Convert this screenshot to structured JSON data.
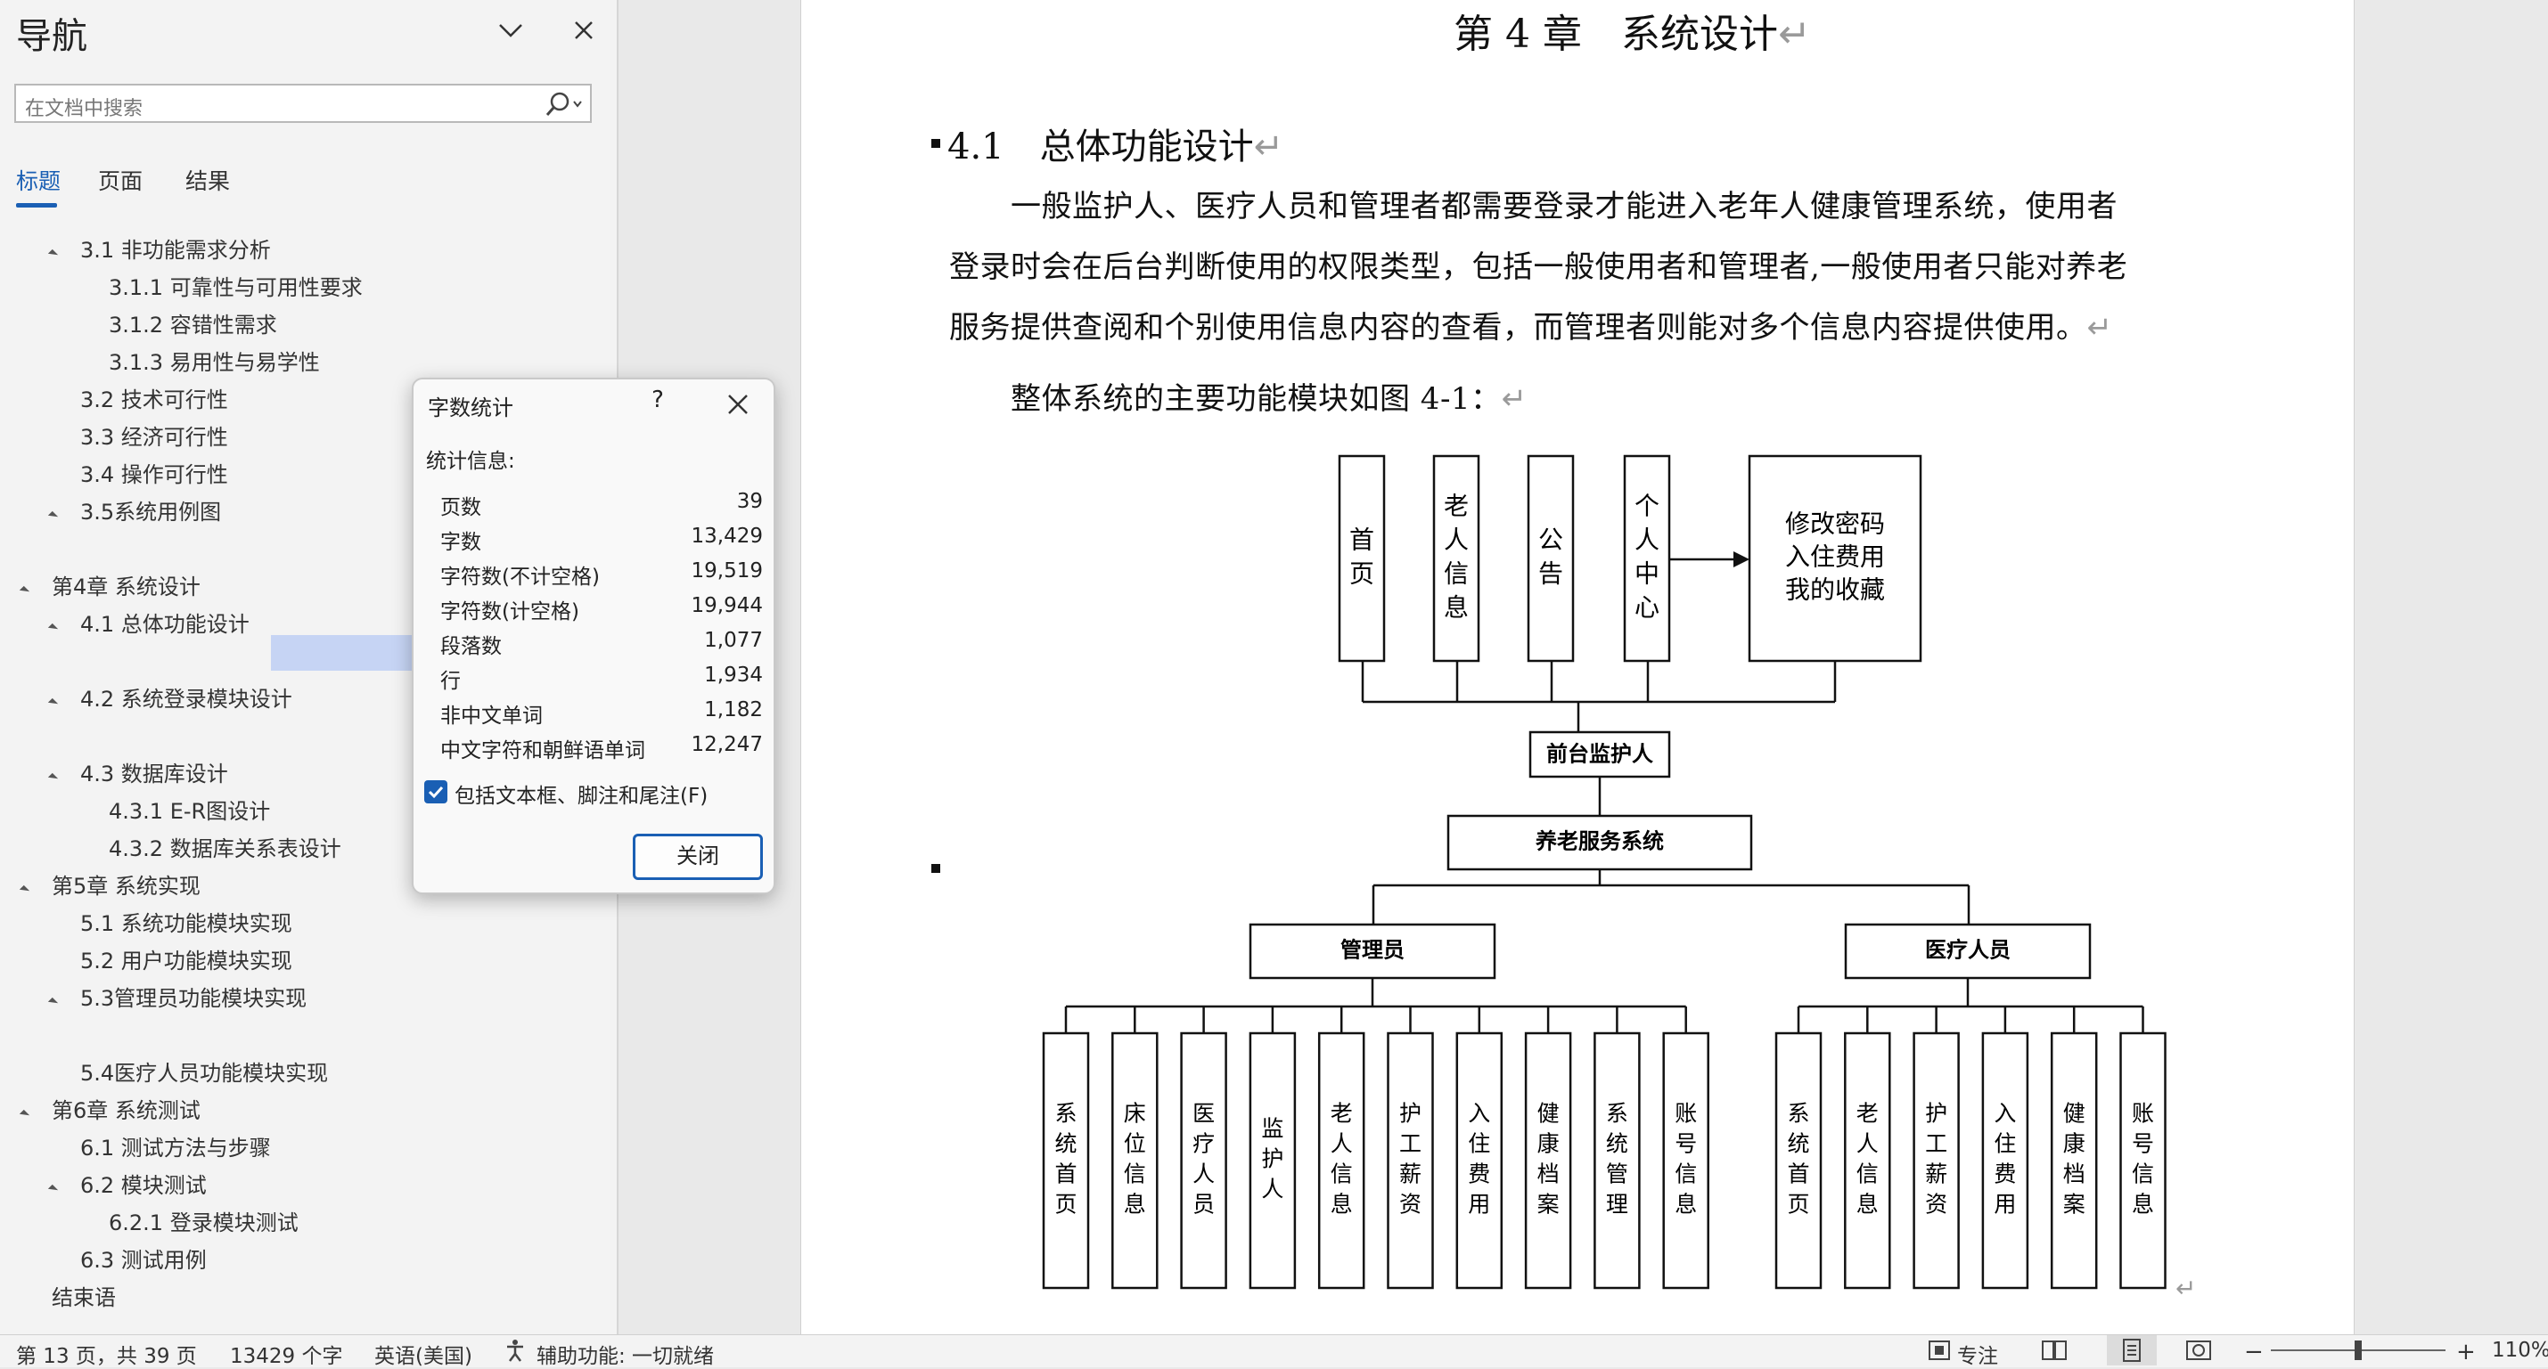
{
  "nav": {
    "title": "导航",
    "search_placeholder": "在文档中搜索",
    "tabs": [
      "标题",
      "页面",
      "结果"
    ],
    "tree": [
      {
        "label": "3.1 非功能需求分析",
        "expanded": true
      },
      {
        "label": "3.1.1 可靠性与可用性要求"
      },
      {
        "label": "3.1.2 容错性需求"
      },
      {
        "label": "3.1.3 易用性与易学性"
      },
      {
        "label": "3.2 技术可行性"
      },
      {
        "label": "3.3 经济可行性"
      },
      {
        "label": "3.4 操作可行性"
      },
      {
        "label": "3.5系统用例图",
        "expanded": true
      },
      {
        "label": "第4章 系统设计",
        "expanded": true
      },
      {
        "label": "4.1 总体功能设计",
        "expanded": true
      },
      {
        "label": "4.2 系统登录模块设计",
        "expanded": true
      },
      {
        "label": "4.3 数据库设计",
        "expanded": true
      },
      {
        "label": "4.3.1 E-R图设计"
      },
      {
        "label": "4.3.2  数据库关系表设计"
      },
      {
        "label": "第5章  系统实现",
        "expanded": true
      },
      {
        "label": "5.1 系统功能模块实现"
      },
      {
        "label": "5.2 用户功能模块实现"
      },
      {
        "label": "5.3管理员功能模块实现",
        "expanded": true
      },
      {
        "label": "5.4医疗人员功能模块实现"
      },
      {
        "label": "第6章 系统测试",
        "expanded": true
      },
      {
        "label": "6.1 测试方法与步骤"
      },
      {
        "label": "6.2 模块测试",
        "expanded": true
      },
      {
        "label": "6.2.1 登录模块测试"
      },
      {
        "label": "6.3 测试用例"
      },
      {
        "label": "结束语"
      }
    ]
  },
  "dialog": {
    "title": "字数统计",
    "help": "?",
    "info_label": "统计信息:",
    "stats": [
      {
        "label": "页数",
        "value": "39"
      },
      {
        "label": "字数",
        "value": "13,429"
      },
      {
        "label": "字符数(不计空格)",
        "value": "19,519"
      },
      {
        "label": "字符数(计空格)",
        "value": "19,944"
      },
      {
        "label": "段落数",
        "value": "1,077"
      },
      {
        "label": "行",
        "value": "1,934"
      },
      {
        "label": "非中文单词",
        "value": "1,182"
      },
      {
        "label": "中文字符和朝鲜语单词",
        "value": "12,247"
      }
    ],
    "include_checkbox_label": "包括文本框、脚注和尾注(F)",
    "include_checked": true,
    "close_button": "关闭"
  },
  "document": {
    "chapter_title": "第 4 章　系统设计",
    "section_title": "4.1　总体功能设计",
    "paragraph_lines": [
      "　　一般监护人、医疗人员和管理者都需要登录才能进入老年人健康管理系统，使用者",
      "登录时会在后台判断使用的权限类型，包括一般使用者和管理者,一般使用者只能对养老",
      "服务提供查阅和个别使用信息内容的查看，而管理者则能对多个信息内容提供使用。"
    ],
    "figure_intro": "　　整体系统的主要功能模块如图 4-1：",
    "paragraph_mark": "↵",
    "diagram": {
      "top_modules": [
        "首页",
        "老人信息",
        "公告",
        "个人中心"
      ],
      "personal_center_box": [
        "修改密码",
        "入住费用",
        "我的收藏"
      ],
      "front_node": "前台监护人",
      "root": "养老服务系统",
      "admin": "管理员",
      "medical": "医疗人员",
      "admin_modules": [
        "系统首页",
        "床位信息",
        "医疗人员",
        "监护人",
        "老人信息",
        "护工薪资",
        "入住费用",
        "健康档案",
        "系统管理",
        "账号信息"
      ],
      "medical_modules": [
        "系统首页",
        "老人信息",
        "护工薪资",
        "入住费用",
        "健康档案",
        "账号信息"
      ]
    }
  },
  "status": {
    "page": "第 13 页，共 39 页",
    "words": "13429 个字",
    "language": "英语(美国)",
    "accessibility": "辅助功能: 一切就绪",
    "focus": "专注",
    "zoom": "110%"
  },
  "colors": {
    "accent": "#1a5fb4",
    "highlight": "#c6d4f4"
  }
}
